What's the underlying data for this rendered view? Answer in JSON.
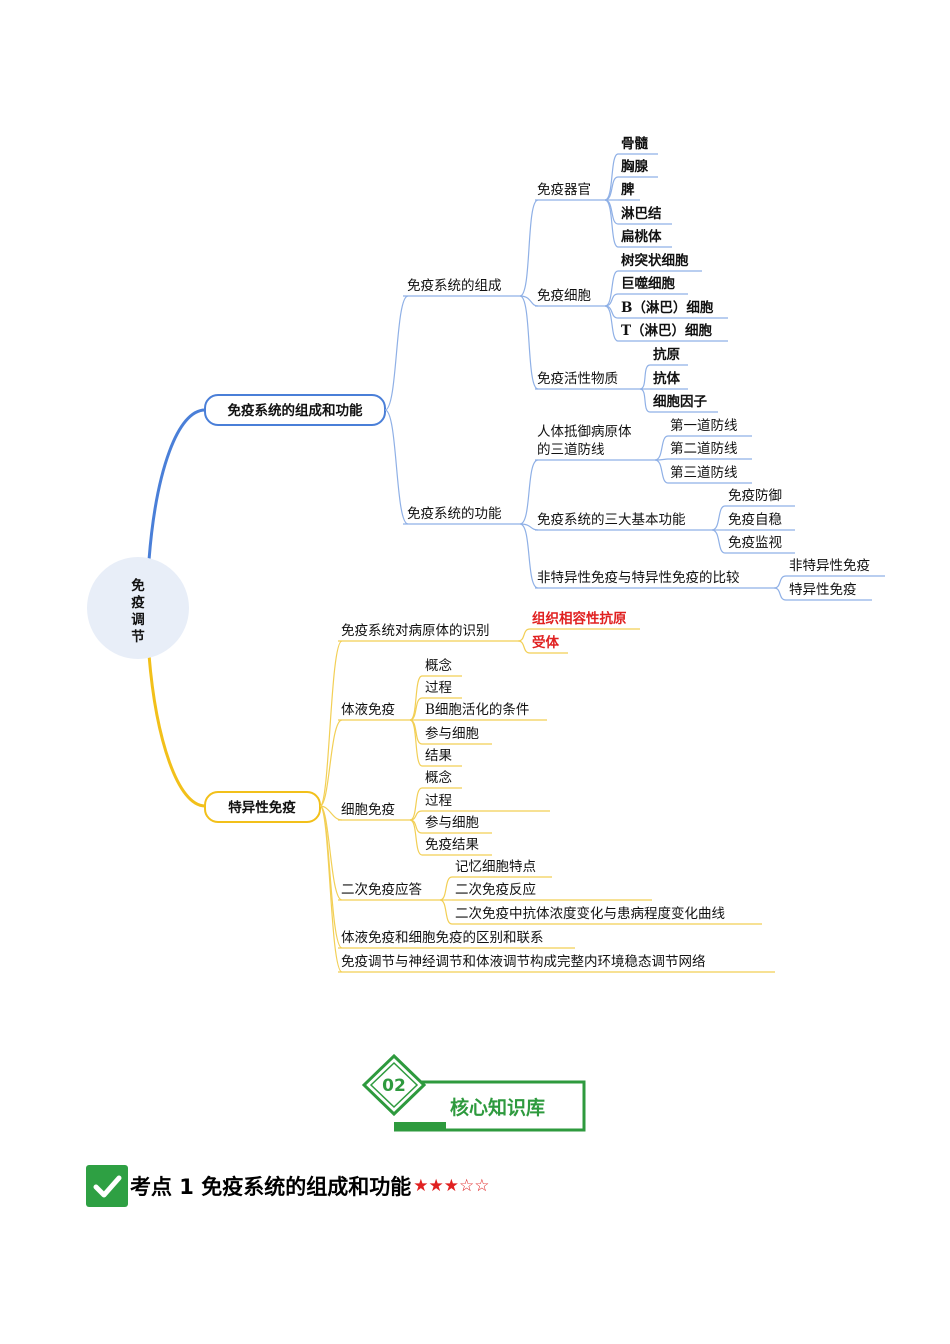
{
  "mindmap": {
    "root": "免疫调节",
    "branch1": {
      "label": "免疫系统的组成和功能",
      "composition": {
        "label": "免疫系统的组成",
        "organs": {
          "label": "免疫器官",
          "items": [
            "骨髓",
            "胸腺",
            "脾",
            "淋巴结",
            "扁桃体"
          ]
        },
        "cells": {
          "label": "免疫细胞",
          "items": [
            "树突状细胞",
            "巨噬细胞",
            "B（淋巴）细胞",
            "T（淋巴）细胞"
          ]
        },
        "substances": {
          "label": "免疫活性物质",
          "items": [
            "抗原",
            "抗体",
            "细胞因子"
          ]
        }
      },
      "function": {
        "label": "免疫系统的功能",
        "defense": {
          "label_line1": "人体抵御病原体",
          "label_line2": "的三道防线",
          "items": [
            "第一道防线",
            "第二道防线",
            "第三道防线"
          ]
        },
        "basic": {
          "label": "免疫系统的三大基本功能",
          "items": [
            "免疫防御",
            "免疫自稳",
            "免疫监视"
          ]
        },
        "compare": {
          "label": "非特异性免疫与特异性免疫的比较",
          "items": [
            "非特异性免疫",
            "特异性免疫"
          ]
        }
      }
    },
    "branch2": {
      "label": "特异性免疫",
      "recognition": {
        "label": "免疫系统对病原体的识别",
        "items": [
          "组织相容性抗原",
          "受体"
        ]
      },
      "humoral": {
        "label": "体液免疫",
        "items": [
          "概念",
          "过程",
          "B细胞活化的条件",
          "参与细胞",
          "结果"
        ]
      },
      "cellular": {
        "label": "细胞免疫",
        "items": [
          "概念",
          "过程",
          "参与细胞",
          "免疫结果"
        ]
      },
      "secondary": {
        "label": "二次免疫应答",
        "items": [
          "记忆细胞特点",
          "二次免疫反应",
          "二次免疫中抗体浓度变化与患病程度变化曲线"
        ]
      },
      "difference": "体液免疫和细胞免疫的区别和联系",
      "network": "免疫调节与神经调节和体液调节构成完整内环境稳态调节网络"
    },
    "colors": {
      "branch1": "#4a7fd8",
      "branch2": "#f2c01a",
      "root_fill": "#e8eef8",
      "highlight": "#e02020"
    }
  },
  "section_badge": {
    "number": "02",
    "label": "核心知识库",
    "color": "#2e9a3e"
  },
  "kaodian": {
    "title": "考点 1  免疫系统的组成和功能",
    "stars": "★★★☆☆"
  }
}
